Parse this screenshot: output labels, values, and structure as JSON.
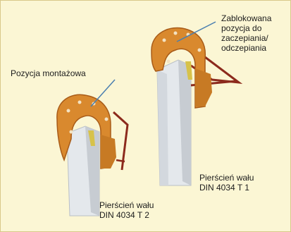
{
  "labels": {
    "locked_position": "Zablokowana\npozycja do\nzaczepiania/\nodczepiania",
    "mounting_position": "Pozycja montażowa",
    "shaft_ring_t1": "Pierścień wału\nDIN 4034 T 1",
    "shaft_ring_t2": "Pierścień wału\nDIN 4034 T 2"
  },
  "colors": {
    "background": "#fbf6d4",
    "clamp_orange": "#d9892e",
    "clamp_dark": "#a85b18",
    "concrete": "#e4e8ec",
    "concrete_shade": "#c7ccd2",
    "brace": "#8c2a1c",
    "pointer": "#4a7fb0"
  }
}
